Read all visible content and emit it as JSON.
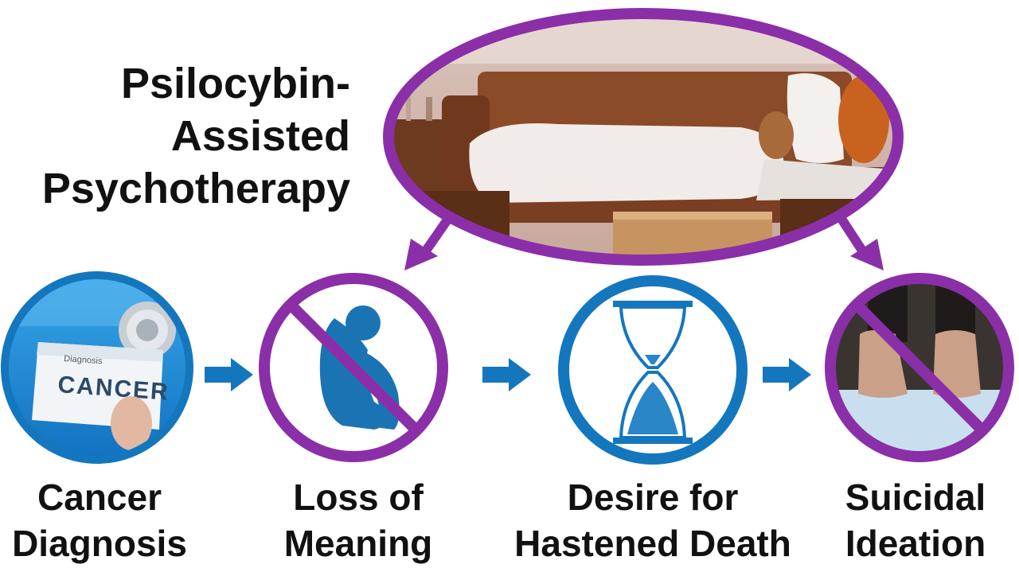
{
  "title": {
    "line1": "Psilocybin-",
    "line2": "Assisted",
    "line3": "Psychotherapy"
  },
  "stages": [
    {
      "id": "cancer",
      "line1": "Cancer",
      "line2": "Diagnosis",
      "image_text_small": "Diagnosis",
      "image_text": "CANCER"
    },
    {
      "id": "loss",
      "line1": "Loss of",
      "line2": "Meaning"
    },
    {
      "id": "desire",
      "line1": "Desire for",
      "line2": "Hastened Death"
    },
    {
      "id": "suicidal",
      "line1": "Suicidal",
      "line2": "Ideation"
    }
  ],
  "colors": {
    "purple": "#8a2fa8",
    "blue": "#1477be",
    "dark_blue": "#0d63a5",
    "text": "#111111"
  },
  "icons": [
    "therapy-room-photo",
    "stethoscope-icon",
    "sitting-person-icon",
    "hourglass-icon",
    "feet-on-ledge-icon",
    "prohibition-icon"
  ]
}
